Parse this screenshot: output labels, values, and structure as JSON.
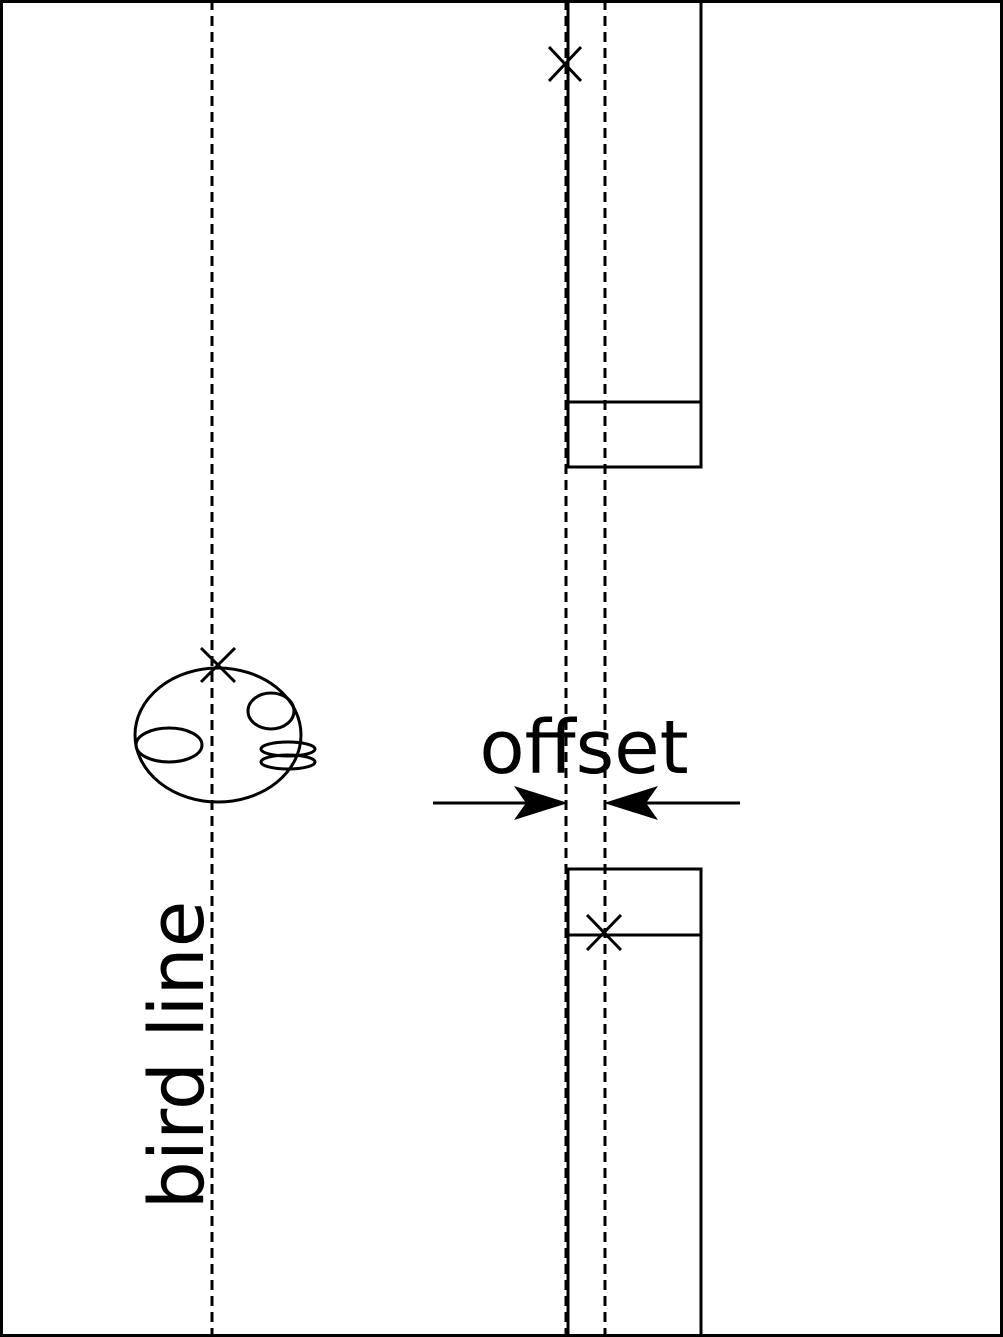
{
  "labels": {
    "bird_line": "bird line",
    "offset": "offset"
  },
  "colors": {
    "line": "#000000",
    "background": "#ffffff"
  },
  "elements": {
    "bird": "bird-icon",
    "markers": [
      "cross-marker",
      "cross-marker",
      "cross-marker"
    ],
    "pipes": [
      "upper-pipe",
      "lower-pipe"
    ]
  }
}
